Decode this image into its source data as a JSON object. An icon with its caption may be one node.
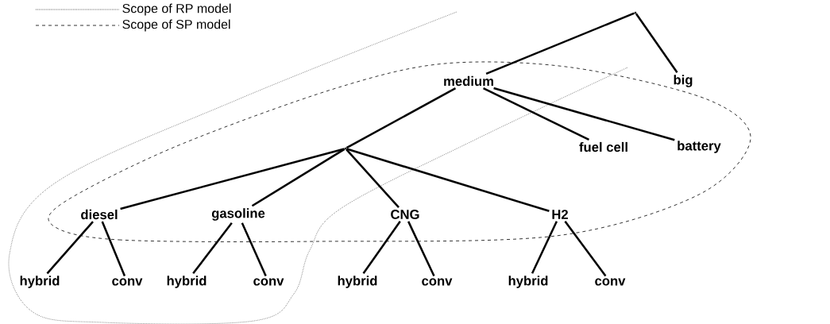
{
  "diagram": {
    "nodes": [
      {
        "text": [],
        "shape": "point"
      },
      {
        "text": [
          "medium"
        ]
      },
      {
        "text": [
          "big"
        ]
      },
      {
        "text": [],
        "shape": "point"
      },
      {
        "text": [
          "fuel cell"
        ]
      },
      {
        "text": [
          "battery"
        ]
      },
      {
        "text": [
          "diesel"
        ]
      },
      {
        "text": [
          "gasoline"
        ]
      },
      {
        "text": [
          "CNG"
        ]
      },
      {
        "text": [
          "H2"
        ]
      },
      {
        "text": [
          "hybrid"
        ]
      },
      {
        "text": [
          "conv"
        ]
      },
      {
        "text": [
          "hybrid"
        ]
      },
      {
        "text": [
          "conv"
        ]
      },
      {
        "text": [
          "hybrid"
        ]
      },
      {
        "text": [
          "conv"
        ]
      },
      {
        "text": [
          "hybrid"
        ]
      },
      {
        "text": [
          "conv"
        ]
      }
    ],
    "edges": [
      {
        "from": 0,
        "to": 1,
        "arrow": "none"
      },
      {
        "from": 0,
        "to": 2,
        "arrow": "none"
      },
      {
        "from": 1,
        "to": 3,
        "arrow": "none"
      },
      {
        "from": 1,
        "to": 4,
        "arrow": "none"
      },
      {
        "from": 1,
        "to": 5,
        "arrow": "none"
      },
      {
        "from": 3,
        "to": 6,
        "arrow": "none"
      },
      {
        "from": 3,
        "to": 7,
        "arrow": "none"
      },
      {
        "from": 3,
        "to": 8,
        "arrow": "none"
      },
      {
        "from": 3,
        "to": 9,
        "arrow": "none"
      },
      {
        "from": 6,
        "to": 10,
        "arrow": "none"
      },
      {
        "from": 6,
        "to": 11,
        "arrow": "none"
      },
      {
        "from": 7,
        "to": 12,
        "arrow": "none"
      },
      {
        "from": 7,
        "to": 13,
        "arrow": "none"
      },
      {
        "from": 8,
        "to": 14,
        "arrow": "none"
      },
      {
        "from": 8,
        "to": 15,
        "arrow": "none"
      },
      {
        "from": 9,
        "to": 16,
        "arrow": "none"
      },
      {
        "from": 9,
        "to": 17,
        "arrow": "none"
      }
    ],
    "legend": [
      {
        "text": "Scope of RP model"
      },
      {
        "text": "Scope of SP model"
      }
    ]
  }
}
